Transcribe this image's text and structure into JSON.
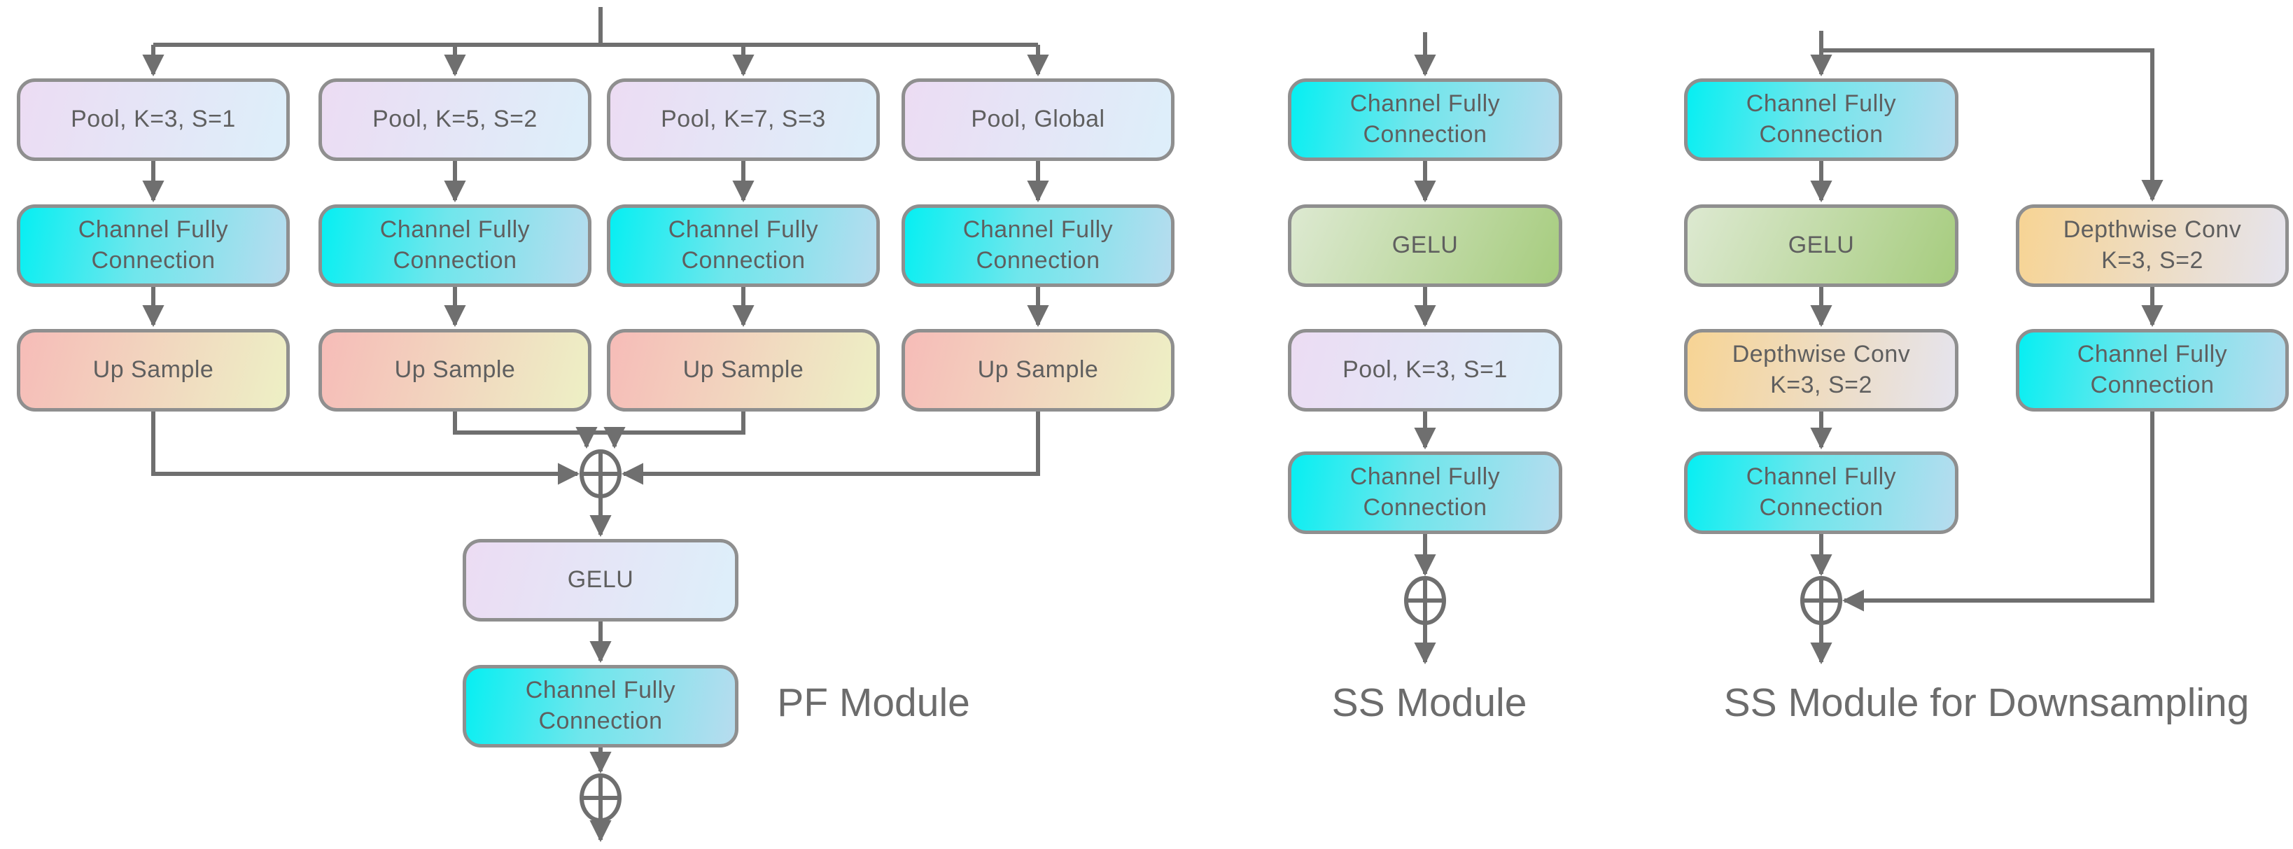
{
  "palette": {
    "line": "#6f6f6f",
    "border": "#8f8f8f",
    "box_text": "#5f5f5f",
    "label_text": "#6c6c6c",
    "pool_from": "#ecdcf3",
    "pool_to": "#ddeffa",
    "cfc_from": "#06eff2",
    "cfc_mid": "#6fe6ec",
    "cfc_to": "#b7dcee",
    "up_from": "#f6bcb8",
    "up_to": "#edf0c5",
    "gelu_green_from": "#dde9d1",
    "gelu_green_to": "#a6cc7e",
    "dw_from": "#f7d494",
    "dw_to": "#e5e4ee",
    "bg": "#ffffff"
  },
  "icons": {
    "add": "⊕"
  },
  "modules": {
    "pf": {
      "label": "PF Module",
      "branches": [
        {
          "pool": "Pool, K=3, S=1",
          "cfc": "Channel Fully\nConnection",
          "up": "Up Sample"
        },
        {
          "pool": "Pool, K=5, S=2",
          "cfc": "Channel Fully\nConnection",
          "up": "Up Sample"
        },
        {
          "pool": "Pool, K=7, S=3",
          "cfc": "Channel Fully\nConnection",
          "up": "Up Sample"
        },
        {
          "pool": "Pool, Global",
          "cfc": "Channel Fully\nConnection",
          "up": "Up Sample"
        }
      ],
      "gelu": "GELU",
      "cfc_out": "Channel Fully\nConnection"
    },
    "ss": {
      "label": "SS Module",
      "boxes": {
        "cfc_in": "Channel Fully\nConnection",
        "gelu": "GELU",
        "pool": "Pool, K=3, S=1",
        "cfc_out": "Channel Fully\nConnection"
      }
    },
    "ss_down": {
      "label": "SS Module for Downsampling",
      "main": {
        "cfc_in": "Channel Fully\nConnection",
        "gelu": "GELU",
        "dwconv": "Depthwise Conv\nK=3, S=2",
        "cfc_out": "Channel Fully\nConnection"
      },
      "skip": {
        "dwconv": "Depthwise Conv\nK=3, S=2",
        "cfc": "Channel Fully\nConnection"
      }
    }
  }
}
